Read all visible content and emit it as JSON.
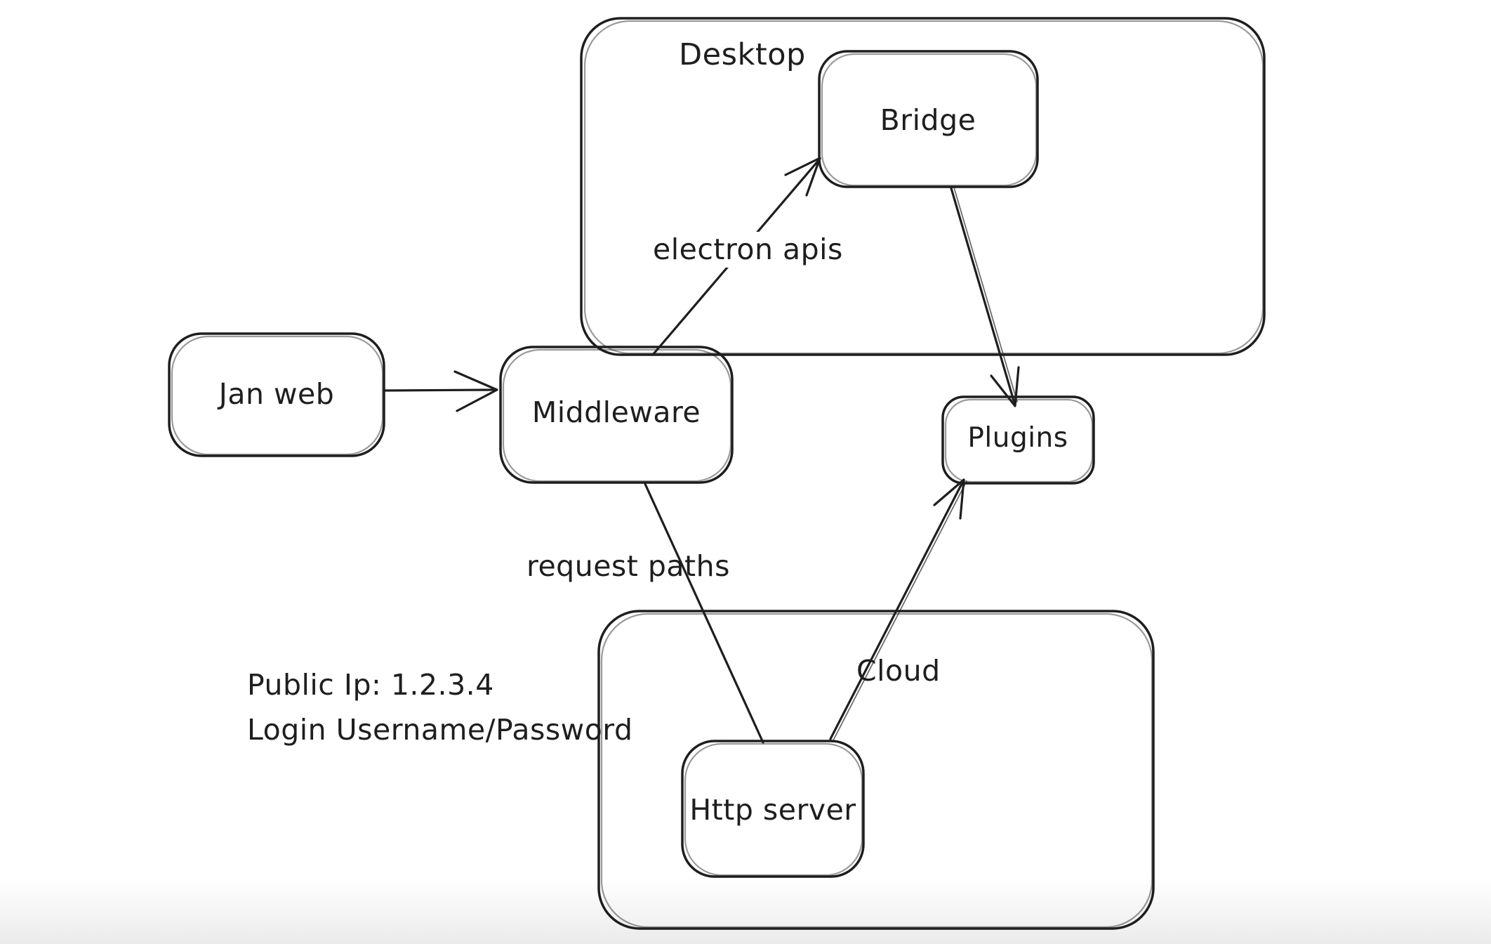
{
  "diagram": {
    "type": "flowchart",
    "background": "#ffffff",
    "stroke_color": "#1e1e1e",
    "containers": {
      "desktop": {
        "label": "Desktop"
      },
      "cloud": {
        "label": "Cloud"
      }
    },
    "nodes": {
      "jan_web": {
        "label": "Jan web"
      },
      "middleware": {
        "label": "Middleware"
      },
      "bridge": {
        "label": "Bridge"
      },
      "plugins": {
        "label": "Plugins"
      },
      "http_server": {
        "label": "Http server"
      }
    },
    "edges": [
      {
        "from": "Jan web",
        "to": "Middleware",
        "label": ""
      },
      {
        "from": "Middleware",
        "to": "Bridge",
        "label": "electron apis"
      },
      {
        "from": "Bridge",
        "to": "Plugins",
        "label": ""
      },
      {
        "from": "Middleware",
        "to": "Http server",
        "label": "request paths"
      },
      {
        "from": "Http server",
        "to": "Plugins",
        "label": ""
      }
    ],
    "notes": {
      "public_ip": "Public Ip: 1.2.3.4",
      "login": "Login Username/Password"
    }
  }
}
